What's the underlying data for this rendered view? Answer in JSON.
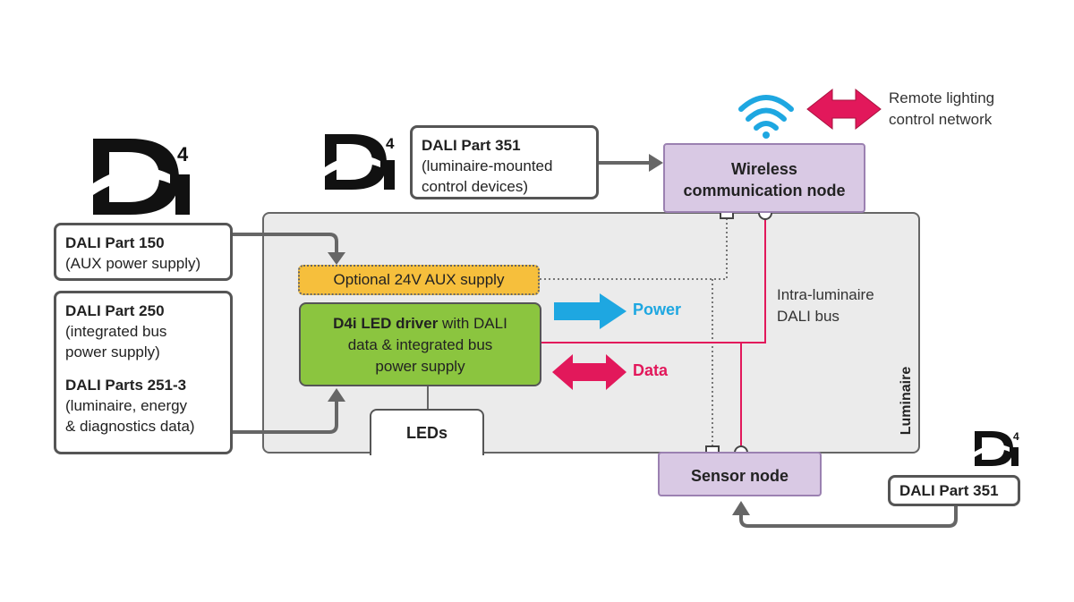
{
  "logo": {
    "text": "D",
    "superscript": "4",
    "suffix": "i"
  },
  "specs": {
    "part150": {
      "title": "DALI Part 150",
      "sub": "(AUX power supply)"
    },
    "part250": {
      "title": "DALI Part 250",
      "sub1": "(integrated bus",
      "sub2": "power supply)"
    },
    "part251": {
      "title": "DALI Parts 251-3",
      "sub1": "(luminaire, energy",
      "sub2": "& diagnostics data)"
    },
    "part351_top": {
      "title": "DALI Part 351",
      "sub1": "(luminaire-mounted",
      "sub2": "control devices)"
    },
    "part351_bottom": {
      "title": "DALI Part 351"
    }
  },
  "nodes": {
    "wireless_line1": "Wireless",
    "wireless_line2": "communication node",
    "sensor": "Sensor node",
    "aux": "Optional 24V AUX supply",
    "driver_bold": "D4i LED driver",
    "driver_rest1": " with DALI",
    "driver_rest2": "data & integrated bus",
    "driver_rest3": "power supply",
    "leds": "LEDs",
    "luminaire": "Luminaire"
  },
  "labels": {
    "power": "Power",
    "data": "Data",
    "bus_line1": "Intra-luminaire",
    "bus_line2": "DALI bus",
    "remote_line1": "Remote lighting",
    "remote_line2": "control network"
  },
  "colors": {
    "power": "#1ea7e1",
    "data": "#e2185b",
    "node_purple": "#d9c9e4",
    "aux_yellow": "#f6bf3c",
    "driver_green": "#8bc53f",
    "connector_gray": "#666666"
  }
}
